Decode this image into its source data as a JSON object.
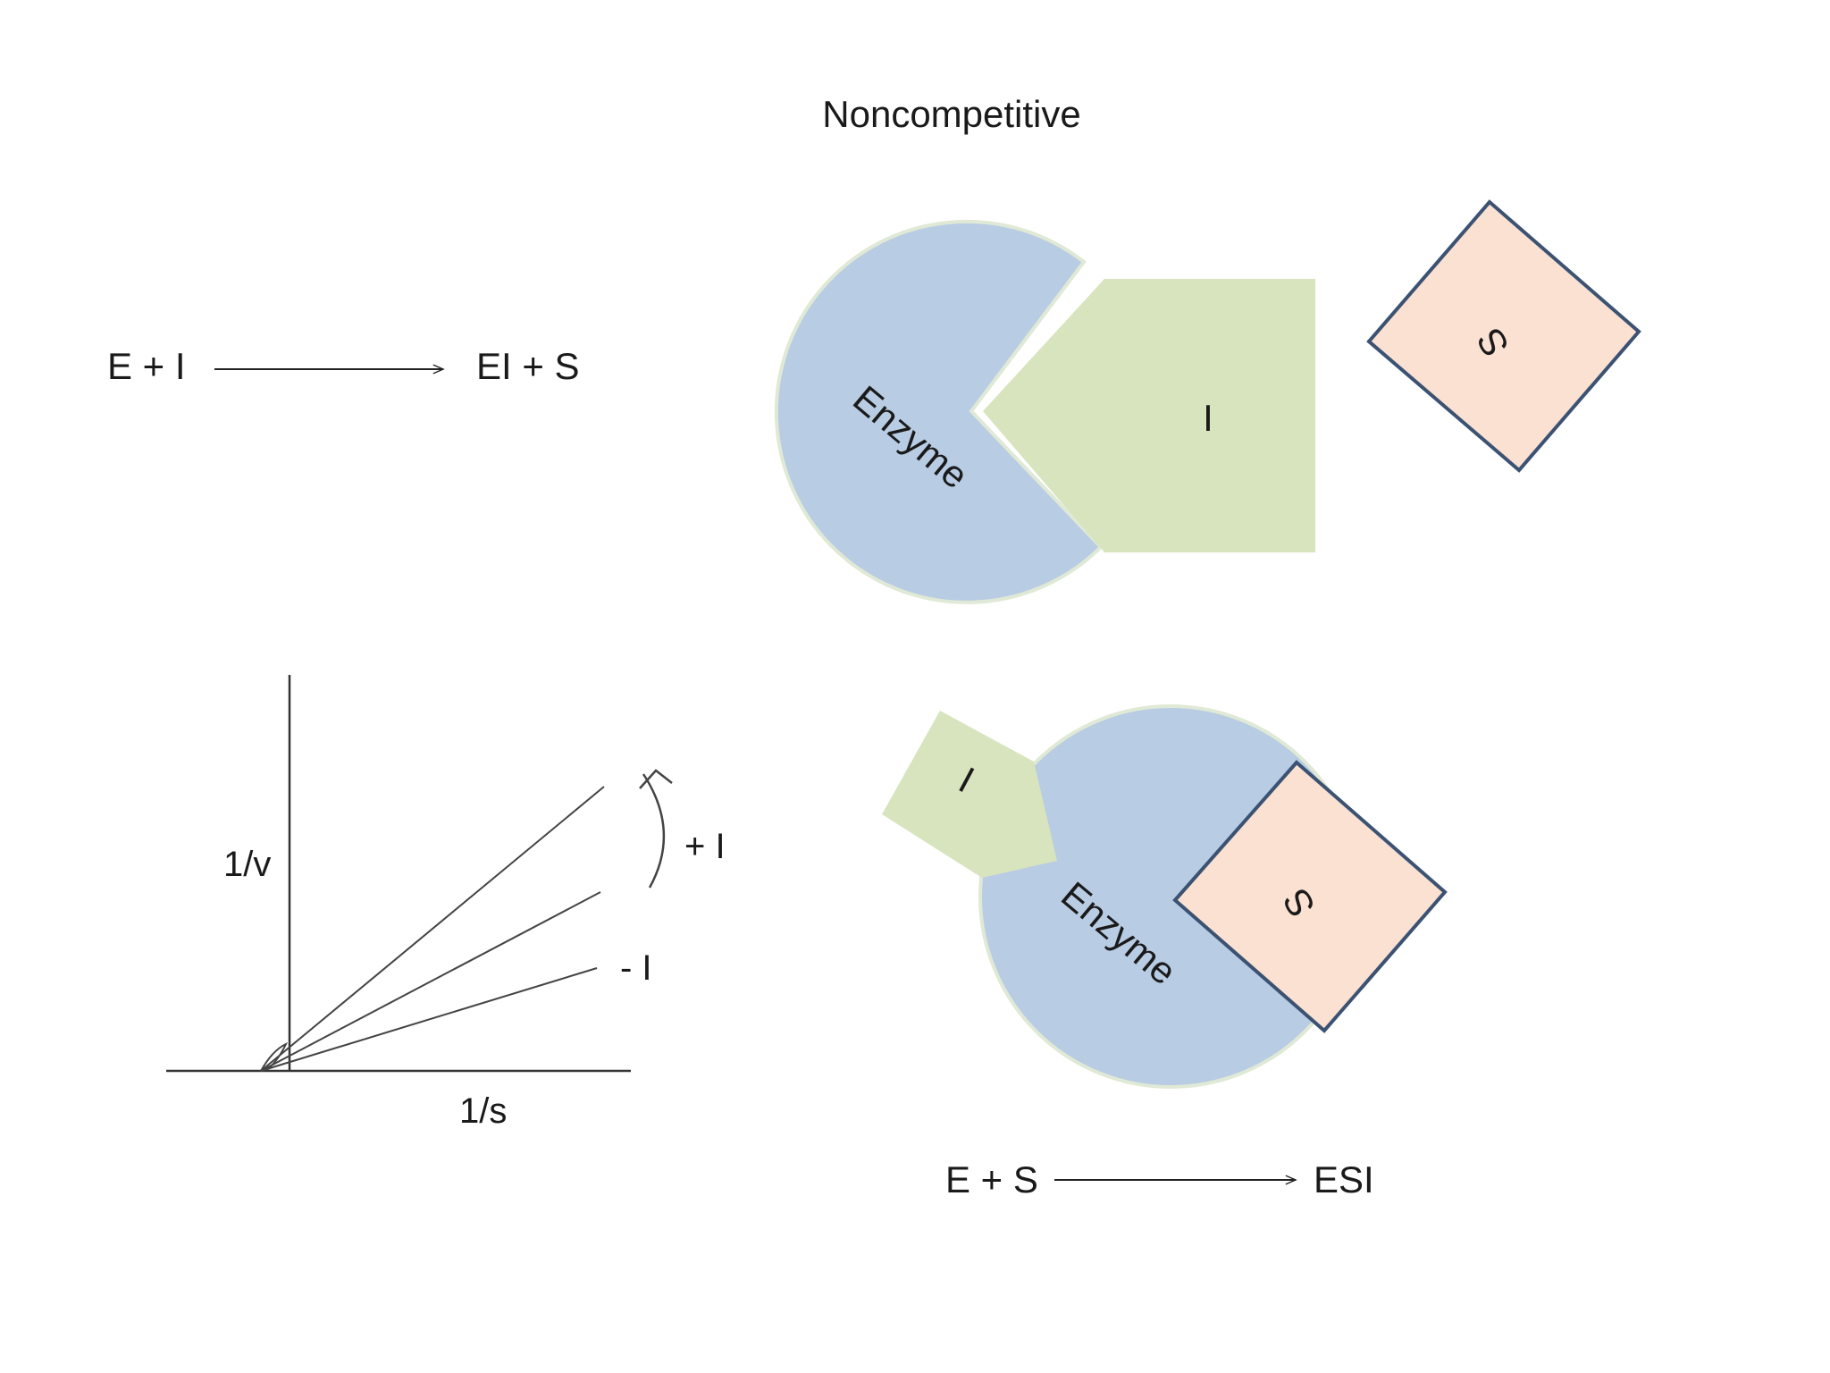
{
  "title": "Noncompetitive",
  "reaction_top": {
    "reactants": "E + I",
    "products": "EI + S"
  },
  "reaction_bottom": {
    "reactants": "E + S",
    "products": "ESI"
  },
  "diagram_top": {
    "enzyme_label": "Enzyme",
    "inhibitor_label": "I",
    "substrate_label": "S"
  },
  "diagram_bottom": {
    "enzyme_label": "Enzyme",
    "inhibitor_label": "I",
    "substrate_label": "S"
  },
  "plot": {
    "ylabel": "1/v",
    "xlabel": "1/s",
    "plus_label": "+ I",
    "minus_label": "- I"
  },
  "colors": {
    "enzyme": "#b8cce4",
    "inhibitor": "#d7e4bd",
    "substrate": "#fbe1d2",
    "substrate_border": "#3b5273",
    "text": "#1a1a1a",
    "line": "#333333"
  }
}
